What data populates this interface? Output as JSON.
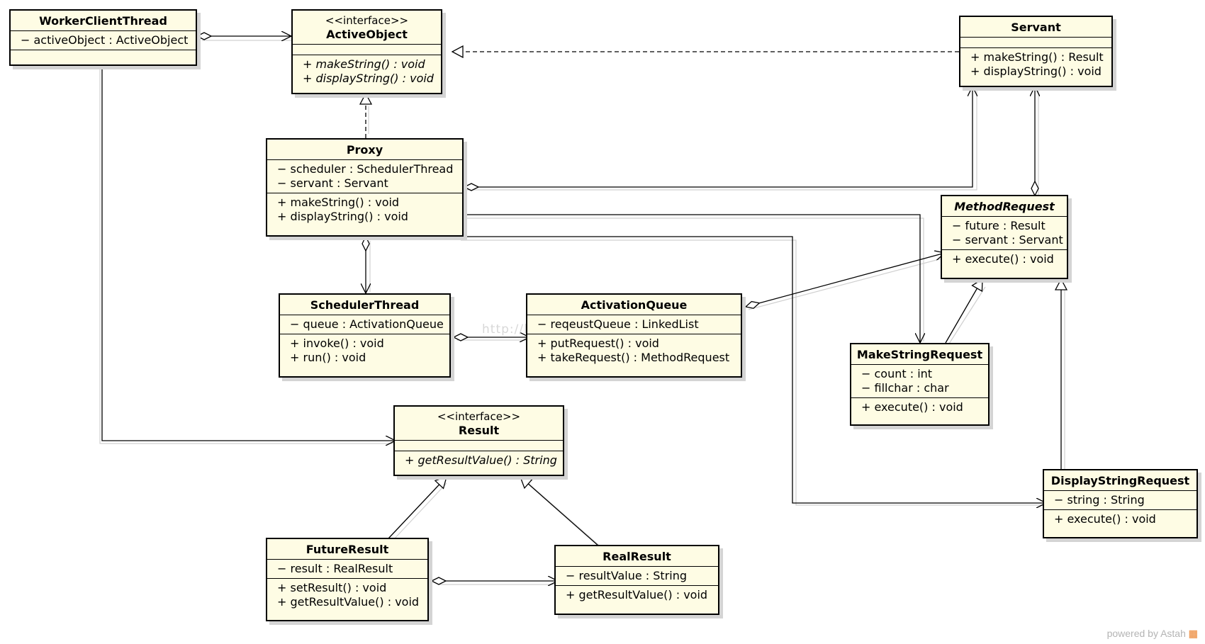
{
  "classes": {
    "worker_client_thread": {
      "name": "WorkerClientThread",
      "attributes": [
        "− activeObject : ActiveObject"
      ],
      "operations": []
    },
    "active_object": {
      "stereotype": "<<interface>>",
      "name": "ActiveObject",
      "attributes": [],
      "operations": [
        "+ makeString() : void",
        "+ displayString() : void"
      ]
    },
    "servant": {
      "name": "Servant",
      "attributes": [],
      "operations": [
        "+ makeString() : Result",
        "+ displayString() : void"
      ]
    },
    "proxy": {
      "name": "Proxy",
      "attributes": [
        "− scheduler : SchedulerThread",
        "− servant : Servant"
      ],
      "operations": [
        "+ makeString() : void",
        "+ displayString() : void"
      ]
    },
    "method_request": {
      "name": "MethodRequest",
      "attributes": [
        "− future : Result",
        "− servant : Servant"
      ],
      "operations": [
        "+ execute() : void"
      ]
    },
    "scheduler_thread": {
      "name": "SchedulerThread",
      "attributes": [
        "− queue : ActivationQueue"
      ],
      "operations": [
        "+ invoke() : void",
        "+ run() : void"
      ]
    },
    "activation_queue": {
      "name": "ActivationQueue",
      "attributes": [
        "− reqeustQueue : LinkedList"
      ],
      "operations": [
        "+ putRequest() : void",
        "+ takeRequest() : MethodRequest"
      ]
    },
    "make_string_request": {
      "name": "MakeStringRequest",
      "attributes": [
        "− count : int",
        "− fillchar : char"
      ],
      "operations": [
        "+ execute() : void"
      ]
    },
    "result": {
      "stereotype": "<<interface>>",
      "name": "Result",
      "attributes": [],
      "operations": [
        "+ getResultValue() : String"
      ]
    },
    "display_string_request": {
      "name": "DisplayStringRequest",
      "attributes": [
        "− string : String"
      ],
      "operations": [
        "+ execute() : void"
      ]
    },
    "future_result": {
      "name": "FutureResult",
      "attributes": [
        "− result : RealResult"
      ],
      "operations": [
        "+ setResult() : void",
        "+ getResultValue() : void"
      ]
    },
    "real_result": {
      "name": "RealResult",
      "attributes": [
        "− resultValue : String"
      ],
      "operations": [
        "+ getResultValue() : void"
      ]
    }
  },
  "watermark": "http://blog.csdn.net/liubin",
  "footer": {
    "text": "powered by Astah",
    "logo_glyph": "▦"
  },
  "colors": {
    "class_fill": "#fefce4",
    "line": "#000000",
    "shadow": "#d4d4d4"
  }
}
